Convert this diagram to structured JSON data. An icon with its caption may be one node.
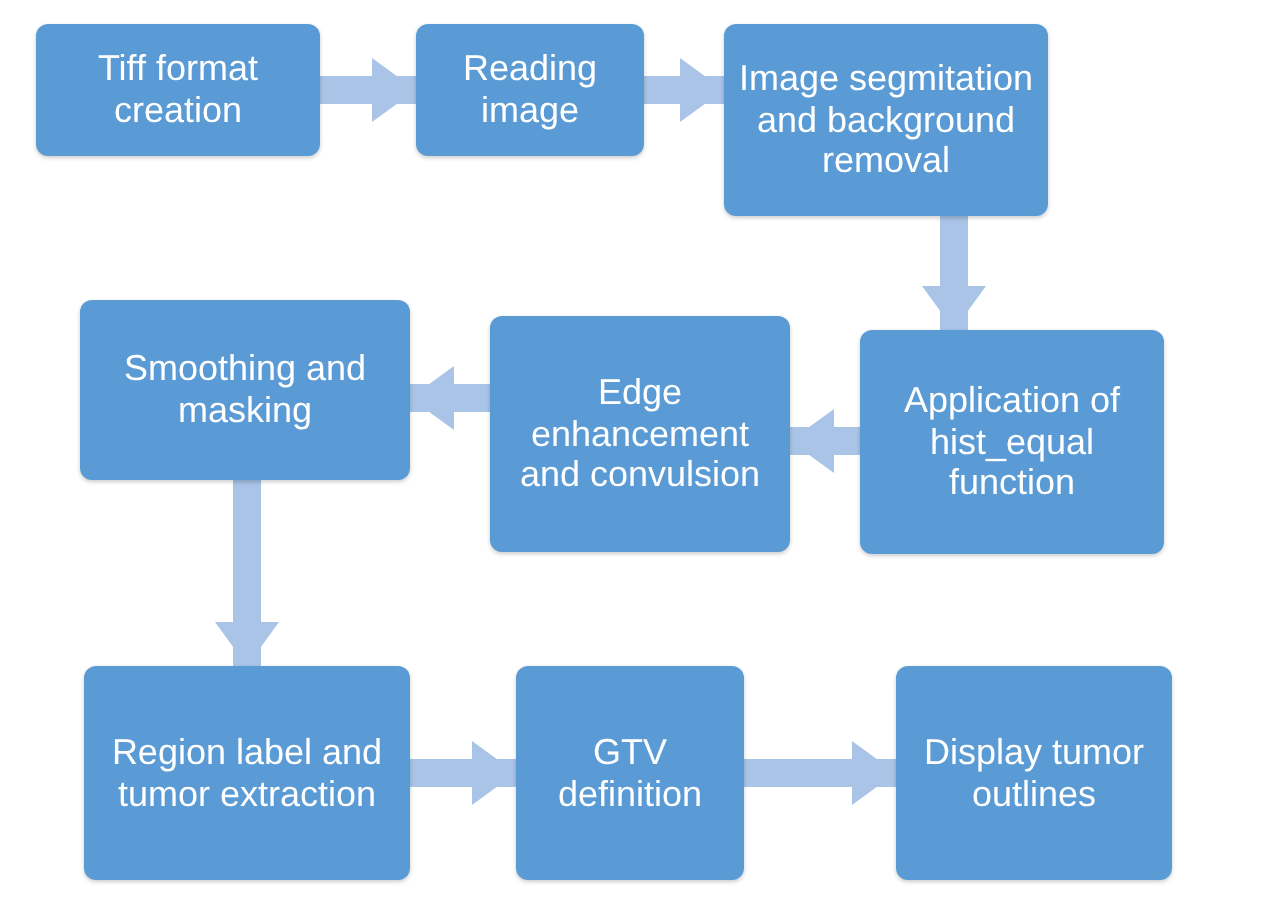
{
  "diagram": {
    "nodes": [
      {
        "text": [
          "Tiff format creation"
        ]
      },
      {
        "text": [
          "Reading image"
        ]
      },
      {
        "text": [
          "Image segmitation and background removal"
        ]
      },
      {
        "text": [
          "Application of hist_equal function"
        ]
      },
      {
        "text": [
          "Edge enhancement and convulsion"
        ]
      },
      {
        "text": [
          "Smoothing and masking"
        ]
      },
      {
        "text": [
          "Region label and tumor extraction"
        ]
      },
      {
        "text": [
          "GTV definition"
        ]
      },
      {
        "text": [
          "Display tumor outlines"
        ]
      }
    ],
    "edges": [
      {
        "from": 0,
        "to": 1,
        "arrow": "to"
      },
      {
        "from": 1,
        "to": 2,
        "arrow": "to"
      },
      {
        "from": 2,
        "to": 3,
        "arrow": "to"
      },
      {
        "from": 3,
        "to": 4,
        "arrow": "to"
      },
      {
        "from": 4,
        "to": 5,
        "arrow": "to"
      },
      {
        "from": 5,
        "to": 6,
        "arrow": "to"
      },
      {
        "from": 6,
        "to": 7,
        "arrow": "to"
      },
      {
        "from": 7,
        "to": 8,
        "arrow": "to"
      }
    ]
  }
}
